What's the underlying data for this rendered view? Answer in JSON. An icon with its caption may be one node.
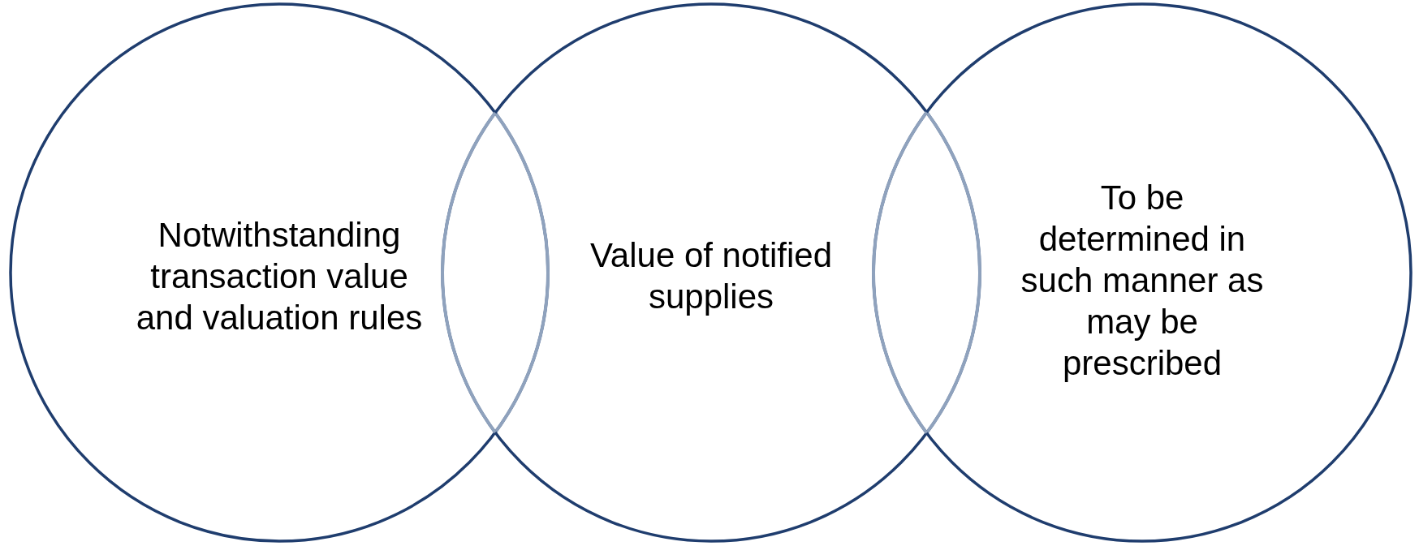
{
  "diagram": {
    "nodes": [
      {
        "text": [
          "Notwithstanding transaction value and valuation rules"
        ]
      },
      {
        "text": [
          "Value of notified supplies"
        ]
      },
      {
        "text": [
          "To be determined in such manner as may be prescribed"
        ]
      }
    ]
  }
}
